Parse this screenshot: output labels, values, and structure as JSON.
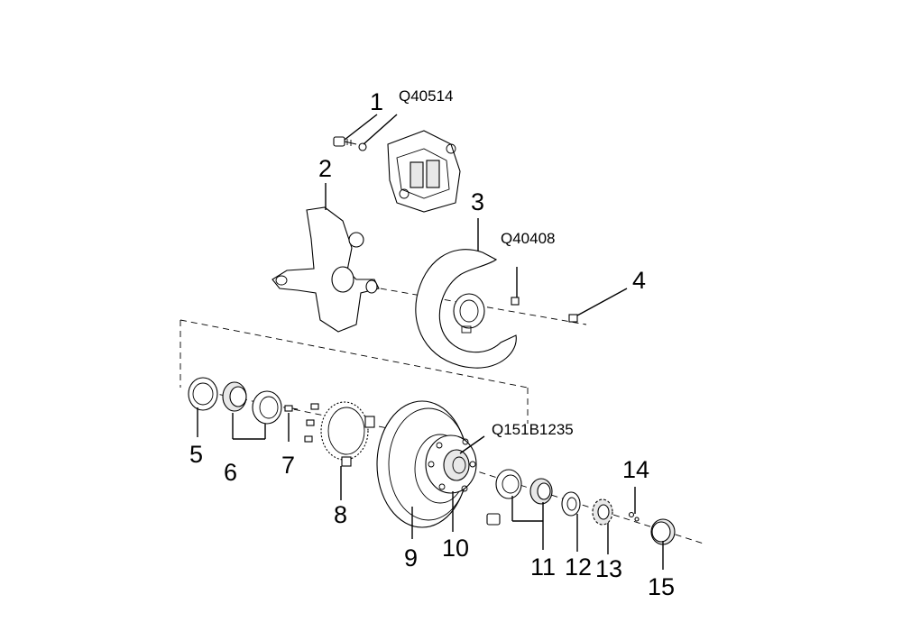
{
  "callouts": {
    "c1": "1",
    "c2": "2",
    "c3": "3",
    "c4": "4",
    "c5": "5",
    "c6": "6",
    "c7": "7",
    "c8": "8",
    "c9": "9",
    "c10": "10",
    "c11": "11",
    "c12": "12",
    "c13": "13",
    "c14": "14",
    "c15": "15"
  },
  "codes": {
    "q1": "Q40514",
    "q2": "Q40408",
    "q3": "Q151B1235"
  }
}
